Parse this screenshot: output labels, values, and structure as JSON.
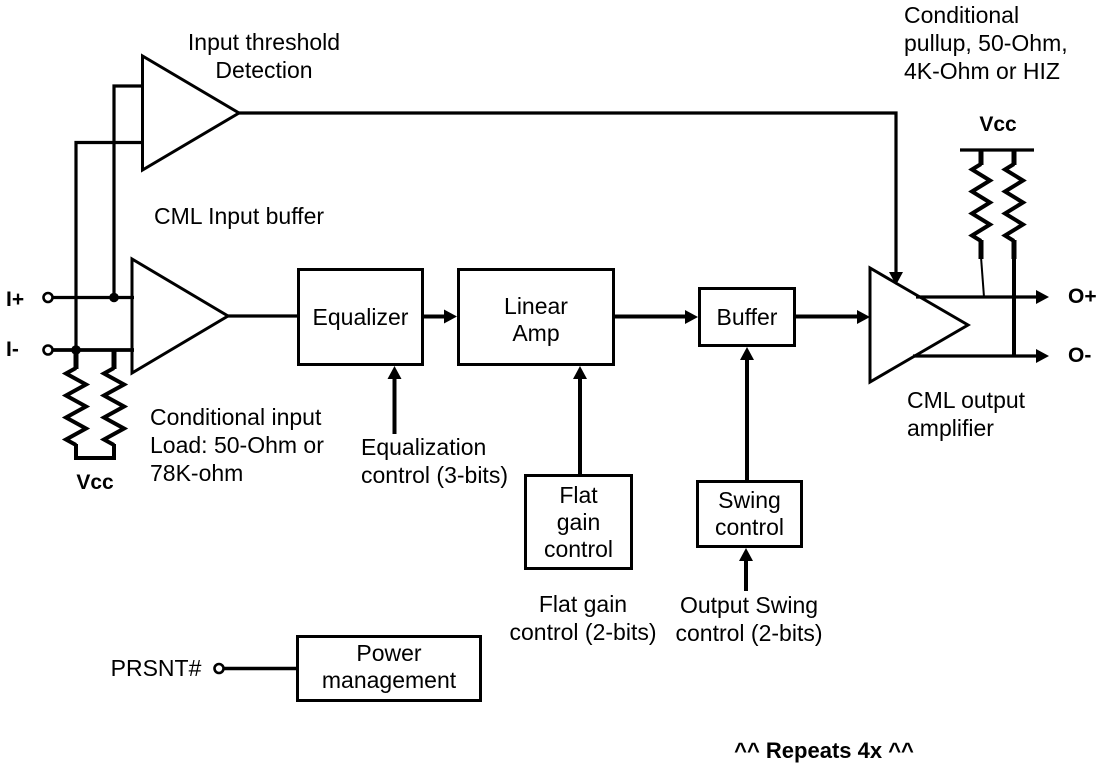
{
  "colors": {
    "ink": "#000000",
    "background": "#ffffff"
  },
  "blocks": {
    "equalizer": "Equalizer",
    "linear_amp": "Linear\nAmp",
    "buffer": "Buffer",
    "flat_gain_control": "Flat\ngain\ncontrol",
    "swing_control": "Swing\ncontrol",
    "power_management": "Power\nmanagement"
  },
  "annotations": {
    "input_threshold": "Input threshold\nDetection",
    "cml_input_buffer": "CML Input buffer",
    "conditional_input_load": "Conditional input\nLoad: 50-Ohm or\n78K-ohm",
    "equalization_control": "Equalization\ncontrol (3-bits)",
    "flat_gain_caption": "Flat gain\ncontrol (2-bits)",
    "output_swing_caption": "Output Swing\ncontrol (2-bits)",
    "conditional_pullup": "Conditional\npullup, 50-Ohm,\n4K-Ohm or HIZ",
    "cml_output_amplifier": "CML output\namplifier",
    "repeats_note": "^^ Repeats 4x ^^"
  },
  "pins": {
    "i_plus": "I+",
    "i_minus": "I-",
    "o_plus": "O+",
    "o_minus": "O-",
    "prsnt": "PRSNT#",
    "vcc_input": "Vcc",
    "vcc_pullup": "Vcc"
  }
}
